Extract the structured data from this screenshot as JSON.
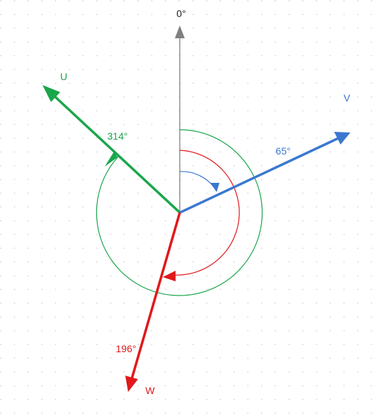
{
  "reference": {
    "label": "0°",
    "color": "#808080"
  },
  "phasors": [
    {
      "id": "u",
      "label": "U",
      "angle_label": "314°",
      "angle_deg": 314,
      "color": "#1aa64b"
    },
    {
      "id": "v",
      "label": "V",
      "angle_label": "65°",
      "angle_deg": 65,
      "color": "#3a78d0"
    },
    {
      "id": "w",
      "label": "W",
      "angle_label": "196°",
      "angle_deg": 196,
      "color": "#e0181b"
    }
  ],
  "grid": true
}
